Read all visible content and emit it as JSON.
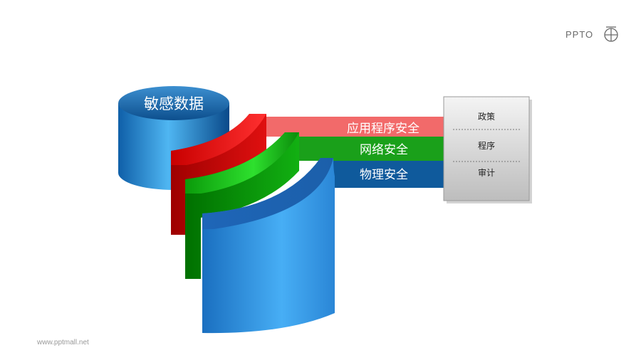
{
  "logo": {
    "text": "PPTO"
  },
  "cylinder": {
    "label": "敏感数据"
  },
  "layers": [
    {
      "label": "应用程序安全",
      "color": "#f26a6a"
    },
    {
      "label": "网络安全",
      "color": "#1aa01a"
    },
    {
      "label": "物理安全",
      "color": "#0f5a9c"
    }
  ],
  "panel": {
    "items": [
      "政策",
      "程序",
      "审计"
    ]
  },
  "watermark": "www.pptmall.net"
}
